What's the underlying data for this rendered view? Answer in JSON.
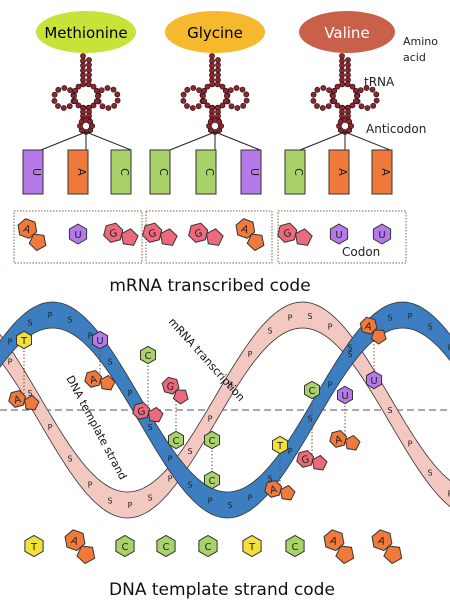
{
  "amino_acids": [
    {
      "label": "Methionine",
      "color": "#c8e23a"
    },
    {
      "label": "Glycine",
      "color": "#f6b82c"
    },
    {
      "label": "Valine",
      "color": "#c8604a"
    }
  ],
  "side_labels": {
    "amino_acid": "Amino acid",
    "trna": "tRNA",
    "anticodon": "Anticodon",
    "codon": "Codon"
  },
  "anticodons": [
    [
      "U",
      "A",
      "C"
    ],
    [
      "C",
      "C",
      "U"
    ],
    [
      "C",
      "A",
      "A"
    ]
  ],
  "codons": [
    [
      "A",
      "U",
      "G"
    ],
    [
      "G",
      "G",
      "A"
    ],
    [
      "G",
      "U",
      "U"
    ]
  ],
  "captions": {
    "mrna_code": "mRNA transcribed code",
    "dna_code": "DNA template strand code"
  },
  "helix_labels": {
    "mrna_transcription": "mRNA transcription",
    "dna_template_strand": "DNA template strand"
  },
  "dna_template_sequence": [
    "T",
    "A",
    "C",
    "C",
    "C",
    "T",
    "C",
    "A",
    "A"
  ],
  "base_colors": {
    "A": "#f07a3c",
    "U": "#b679e8",
    "C": "#a9d26a",
    "G": "#ec6a7a",
    "T": "#f3e03a"
  },
  "strand_colors": {
    "mrna": "#f2c8c0",
    "dna_template": "#3d7ec0"
  }
}
